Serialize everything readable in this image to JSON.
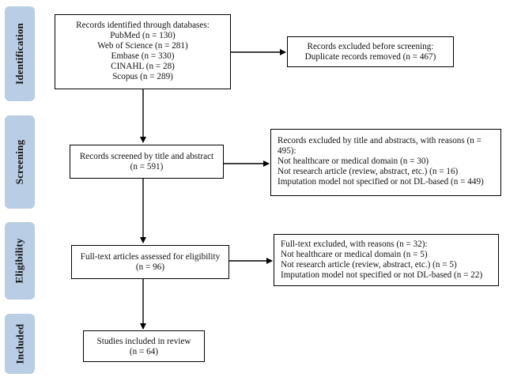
{
  "stages": {
    "identification": "Identification",
    "screening": "Screening",
    "eligibility": "Eligibility",
    "included": "Included"
  },
  "records_identified": {
    "header": "Records identified through databases:",
    "sources": [
      "PubMed (n = 130)",
      "Web of Science (n = 281)",
      "Embase (n = 330)",
      "CINAHL (n = 28)",
      "Scopus (n = 289)"
    ]
  },
  "excluded_before_screening": {
    "header": "Records excluded before screening:",
    "detail": "Duplicate records removed (n = 467)"
  },
  "records_screened": {
    "line1": "Records screened by title and abstract",
    "line2": "(n = 591)"
  },
  "excluded_title_abstract": {
    "line1": "Records excluded by title and abstracts, with reasons (n =",
    "line2": "495):",
    "reasons": [
      "Not healthcare or medical domain (n = 30)",
      "Not research article (review, abstract, etc.) (n = 16)",
      "Imputation model not specified or not DL-based (n = 449)"
    ]
  },
  "fulltext_assessed": {
    "line1": "Full-text articles assessed for eligibility",
    "line2": "(n = 96)"
  },
  "fulltext_excluded": {
    "header": "Full-text excluded, with reasons (n = 32):",
    "reasons": [
      "Not healthcare or medical domain (n = 5)",
      "Not research article (review, abstract, etc.) (n = 5)",
      "Imputation model not specified or not DL-based (n = 22)"
    ]
  },
  "included": {
    "line1": "Studies included in review",
    "line2": "(n = 64)"
  }
}
